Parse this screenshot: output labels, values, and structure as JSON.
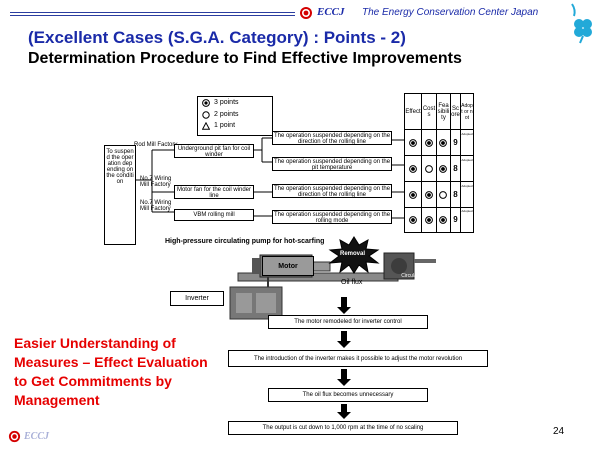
{
  "header": {
    "logo_text": "ECCJ",
    "org": "The Energy Conservation Center Japan"
  },
  "title": {
    "line1": "(Excellent Cases (S.G.A. Category) : Points - 2)",
    "line2": "Determination Procedure to Find Effective Improvements"
  },
  "legend": {
    "items": [
      "3 points",
      "2 points",
      "1 point"
    ]
  },
  "left_box": "To suspend the operation depending on the condition",
  "factories": {
    "rod_mill": "Rod Mill Factory",
    "wiring1": "No.7 Wiring Mill Factory",
    "wiring2": "No.7 Wiring Mill Factory"
  },
  "equipment": {
    "eq1": "Underground pit fan for coil winder",
    "eq2": "Motor fan for the coil winder line",
    "eq3": "VBM rolling mill"
  },
  "operations": {
    "op1": "The operation suspended depending on the direction of the rolling line",
    "op2": "The operation suspended depending on the pit temperature",
    "op3": "The operation suspended depending on the direction of the rolling line",
    "op4": "The operation suspended depending on the rolling mode"
  },
  "score_table": {
    "headers": [
      "Effect",
      "Costs",
      "Feasibility",
      "Score",
      "Adopt or not"
    ],
    "rows": [
      {
        "score": "9",
        "adopt": "Adopted"
      },
      {
        "score": "8",
        "adopt": "Adopted"
      },
      {
        "score": "8",
        "adopt": "Adopted"
      },
      {
        "score": "9",
        "adopt": "Adopted"
      }
    ]
  },
  "pump_title": "High-pressure circulating pump for hot-scarfing",
  "diagram": {
    "removal": "Removal",
    "motor": "Motor",
    "oil_flux": "Oil flux",
    "pump": "Circulating pump",
    "inverter": "Inverter"
  },
  "flow": {
    "step1": "The motor remodeled for inverter control",
    "step2": "The introduction of the inverter makes it possible to adjust the motor revolution",
    "step3": "The oil flux becomes unnecessary",
    "step4": "The output is cut down to 1,000 rpm at the time of no scaling"
  },
  "callout": "Easier Understanding of Measures – Effect Evaluation to Get Commitments by Management",
  "page_number": "24",
  "footer": {
    "logo_text": "ECCJ"
  },
  "colors": {
    "title_blue": "#1a2aa8",
    "callout_red": "#e60000",
    "header_line": "#2b3ea0",
    "logo_red": "#d40000"
  }
}
